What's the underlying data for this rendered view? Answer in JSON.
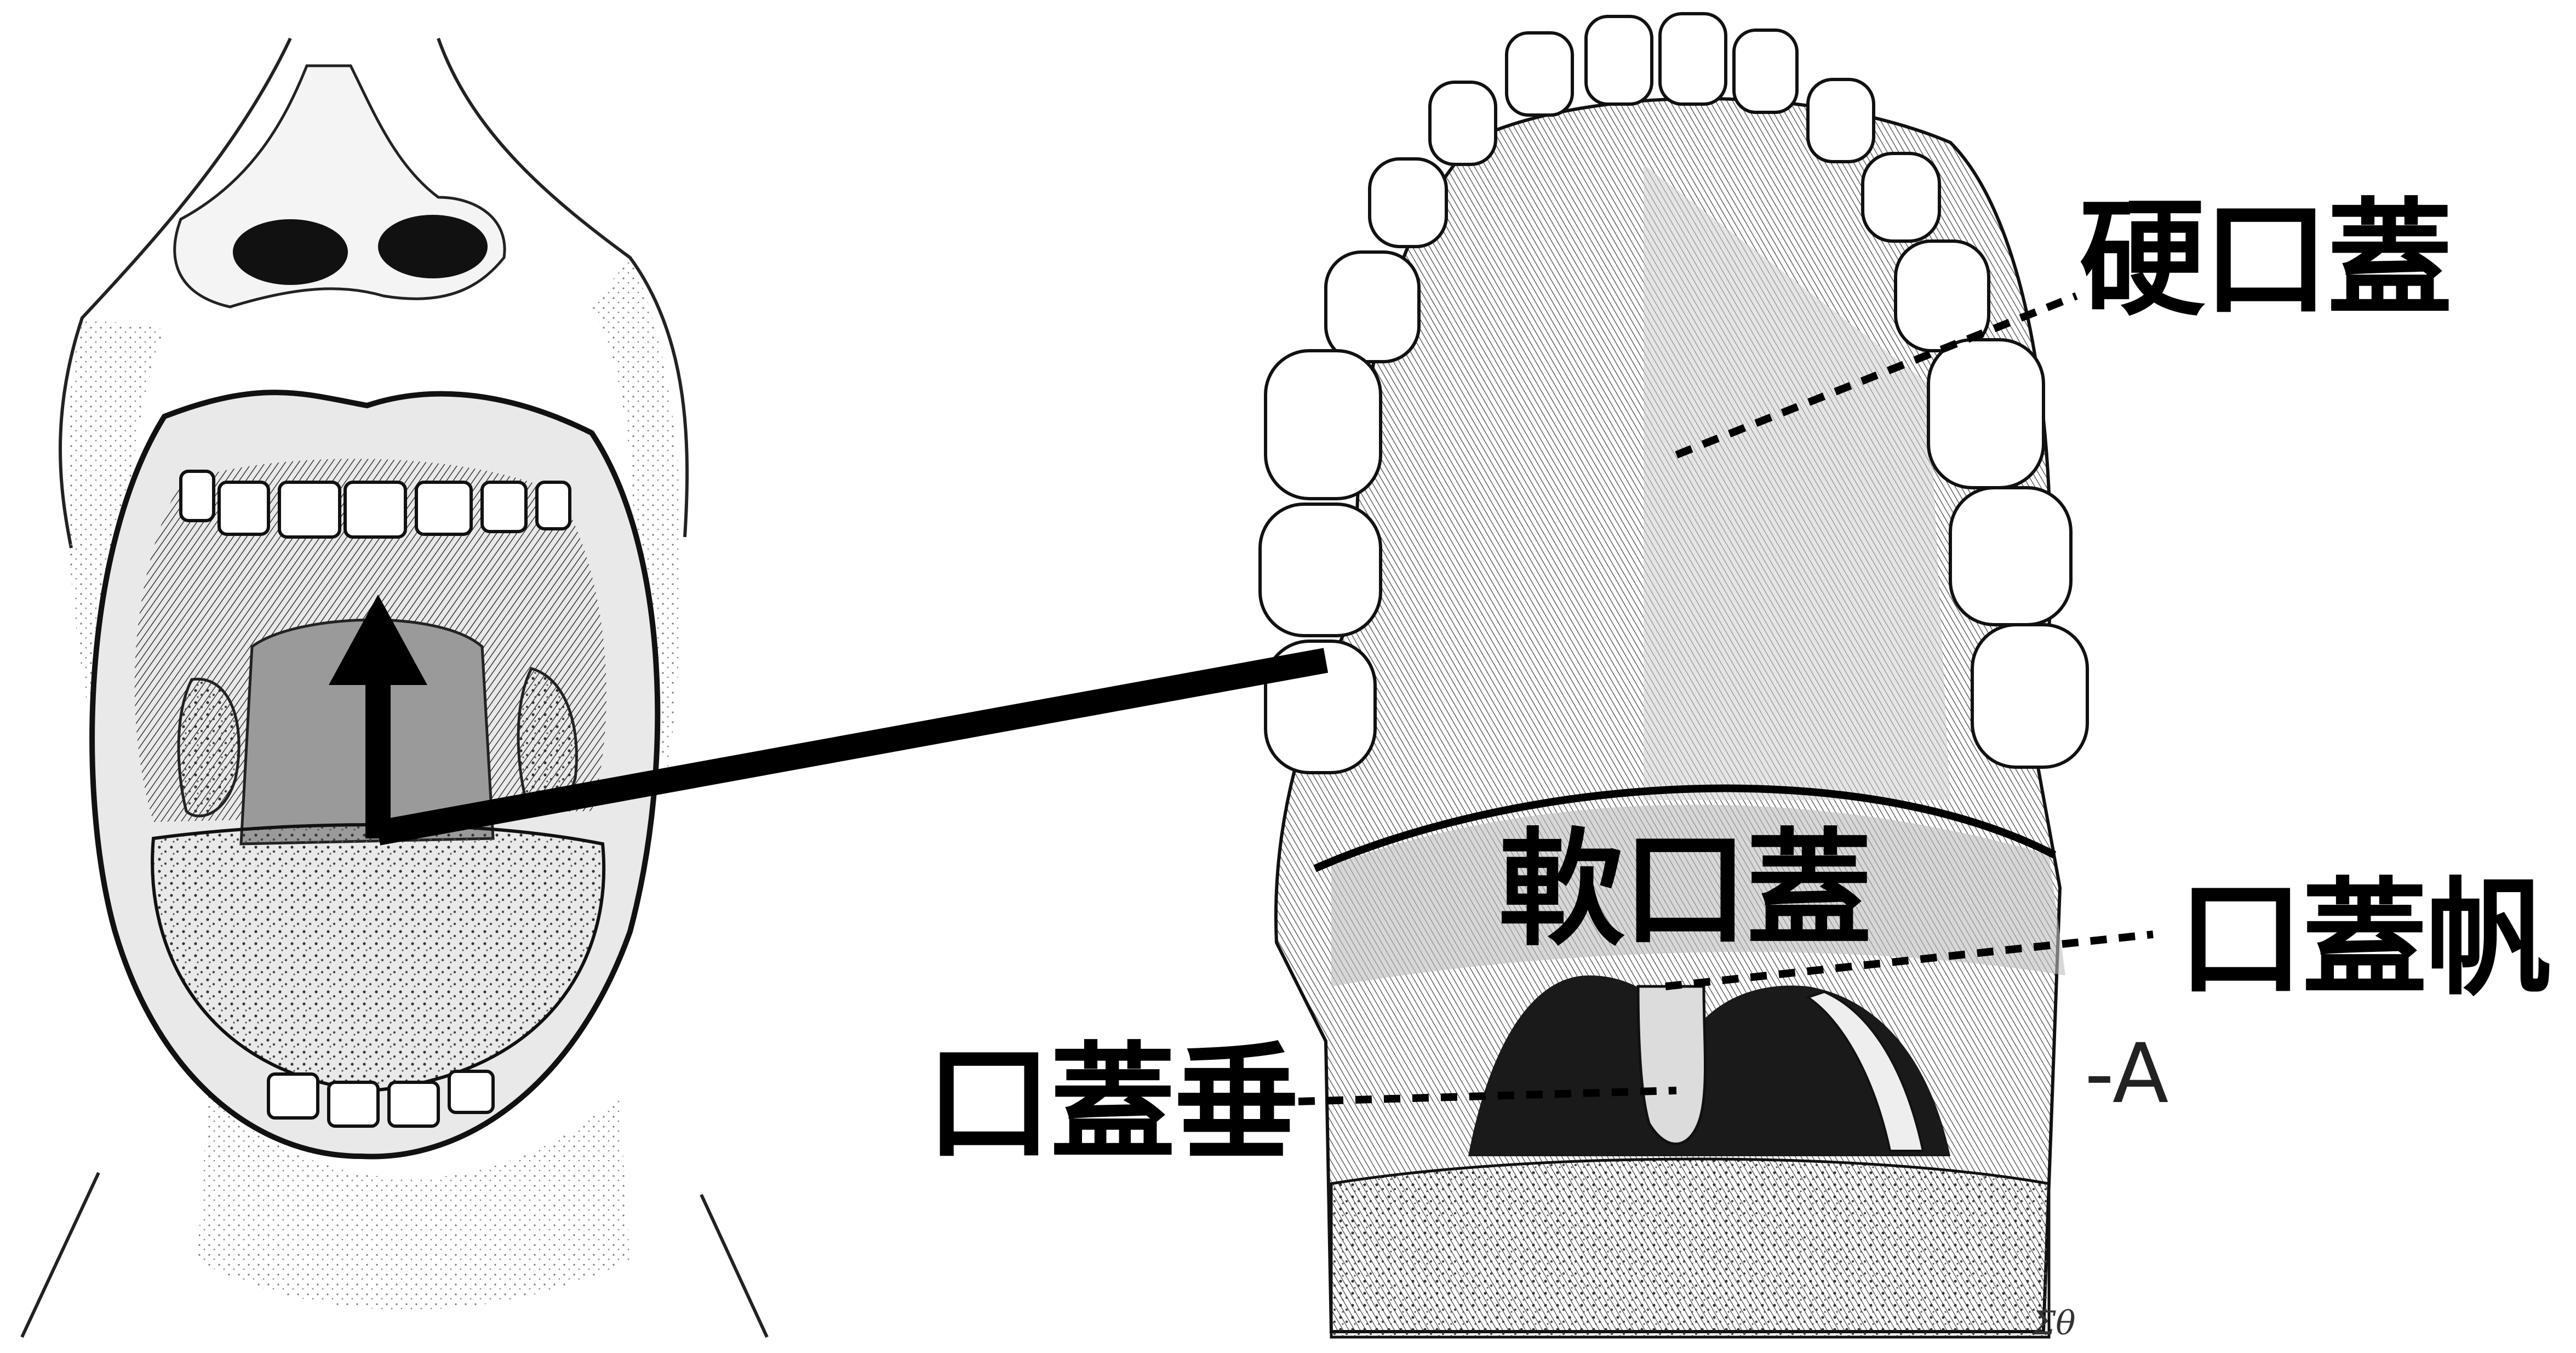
{
  "labels": {
    "hard_palate": "硬口蓋",
    "soft_palate": "軟口蓋",
    "velum": "口蓋帆",
    "uvula": "口蓋垂",
    "marker_a": "-A",
    "engraver_signature": "Σθ"
  },
  "colors": {
    "ink": "#000000",
    "background": "#ffffff",
    "engraving_gray": "#8a8a8a"
  }
}
